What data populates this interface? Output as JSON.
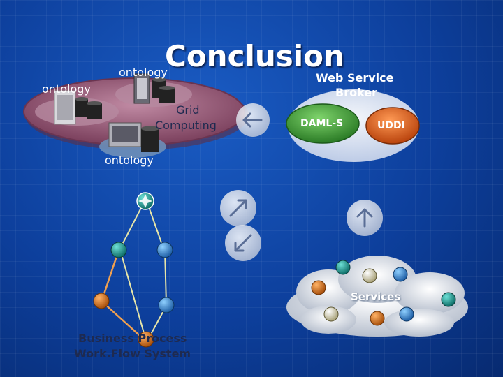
{
  "title": "Conclusion",
  "grid": {
    "ontology_labels": [
      "ontology",
      "ontology",
      "ontology"
    ],
    "label_line1": "Grid",
    "label_line2": "Computing"
  },
  "broker": {
    "title_line1": "Web Service",
    "title_line2": "Broker",
    "left_lobe": "DAML-S",
    "right_lobe": "UDDI"
  },
  "services": {
    "label": "Services"
  },
  "workflow": {
    "label_line1": "Business Process",
    "label_line2": "Work.Flow System"
  },
  "colors": {
    "green_lobe": "#3f9e3a",
    "orange_lobe": "#e0641e",
    "platform": "#9a5f7a",
    "teal_node": "#1aa39a",
    "blue_node": "#3a9ad8",
    "orange_node": "#d9781e",
    "cream_node": "#e6e2b0"
  },
  "icons": {
    "left_arrow": "arrow-left-icon",
    "up_right_arrow": "arrow-up-right-icon",
    "down_left_arrow": "arrow-down-left-icon",
    "up_arrow": "arrow-up-icon"
  }
}
